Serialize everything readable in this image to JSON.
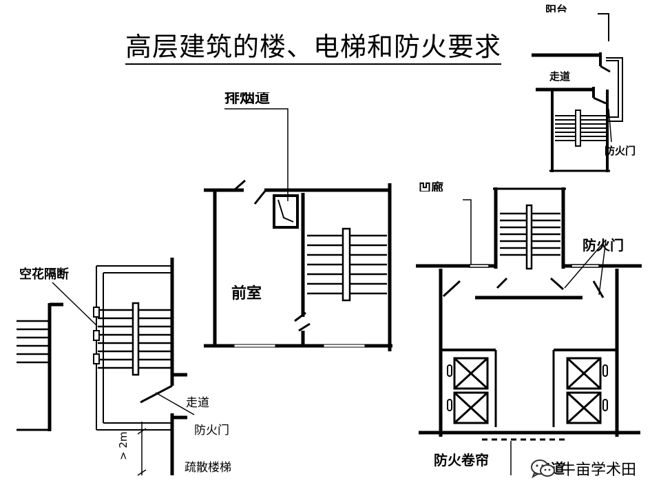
{
  "title": "高层建筑的楼、电梯和防火要求",
  "labels": {
    "corridor_top_right": "走道",
    "fire_door_top_right": "防火门",
    "smoke_shaft": "排烟道",
    "front_room": "前室",
    "hollow_partition": "空花隔断",
    "corridor_left": "走道",
    "fire_door_left": "防火门",
    "distance": "> 2m",
    "evacuation_stair": "疏散楼梯",
    "fire_door_right": "防火门",
    "fire_shutter": "防火卷帘",
    "corridor_bottom_right": "走道",
    "top_clipped_right": "阳台",
    "corridor_clipped_mid": "凹廊"
  },
  "watermark": {
    "text": "牛亩学术田",
    "icon": "wechat-icon"
  }
}
